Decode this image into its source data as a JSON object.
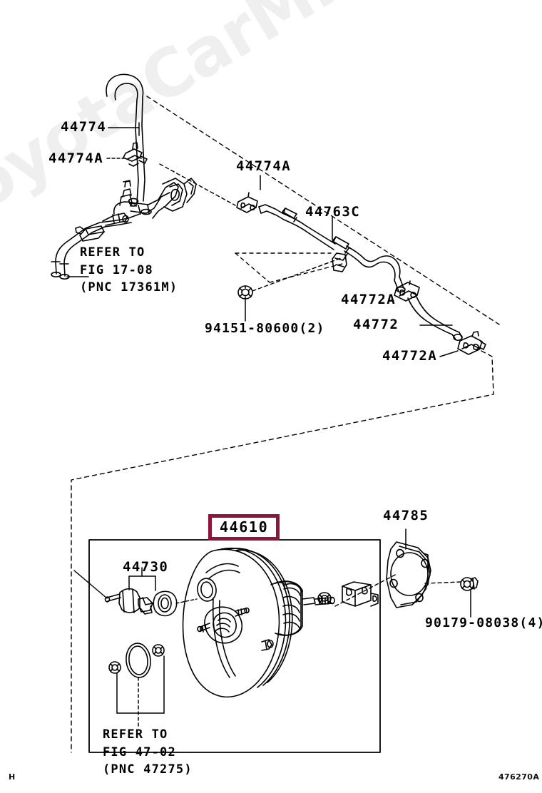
{
  "document": {
    "kind": "parts-diagram",
    "figure_code": "476270A",
    "sheet_mark": "H",
    "watermark": "ToyotaCarMine.ru",
    "accent_color": "#8c1539",
    "line_color": "#000000",
    "background_color": "#ffffff"
  },
  "labels": {
    "hose_44774": "44774",
    "clamp_44774a_upper": "44774A",
    "clamp_44774a_mid": "44774A",
    "tube_44763c": "44763C",
    "clamp_44772a_upper": "44772A",
    "hose_44772": "44772",
    "clamp_44772a_lower": "44772A",
    "grommet_94151": "94151-80600(2)",
    "booster_44610": "44610",
    "valve_44730": "44730",
    "gasket_44785": "44785",
    "bolt_90179": "90179-08038(4)"
  },
  "references": {
    "fig_17_08": "REFER TO\nFIG 17-08\n(PNC 17361M)",
    "fig_47_02": "REFER TO\nFIG 47-02\n(PNC 47275)"
  },
  "footer": {
    "left_mark": "H",
    "right_code": "476270A"
  },
  "parts_list": [
    {
      "number": "44774",
      "name": "vacuum-hose"
    },
    {
      "number": "44774A",
      "name": "hose-clamp"
    },
    {
      "number": "44763C",
      "name": "vacuum-tube"
    },
    {
      "number": "44772A",
      "name": "hose-clamp"
    },
    {
      "number": "44772",
      "name": "vacuum-hose"
    },
    {
      "number": "94151-80600(2)",
      "name": "grommet"
    },
    {
      "number": "44610",
      "name": "brake-booster-assembly"
    },
    {
      "number": "44730",
      "name": "vacuum-check-valve"
    },
    {
      "number": "44785",
      "name": "booster-gasket"
    },
    {
      "number": "90179-08038(4)",
      "name": "booster-nut"
    }
  ]
}
